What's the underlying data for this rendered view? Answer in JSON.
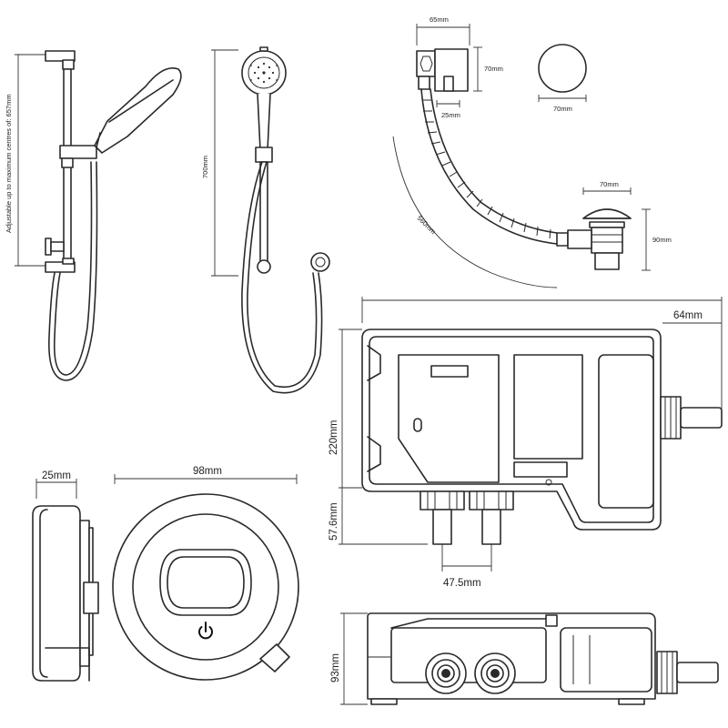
{
  "dimensions": {
    "riser_adjust": "Adjustable up to maximum centres of: 657mm",
    "handset_height": "700mm",
    "waste_width": "65mm",
    "waste_height": "70mm",
    "waste_depth": "25mm",
    "cap_diameter": "70mm",
    "hose_length": "560mm",
    "plug_width": "70mm",
    "plug_height": "90mm",
    "pump_depth": "64mm",
    "pump_height": "220mm",
    "inlet_height": "57.6mm",
    "inlet_spacing": "47.5mm",
    "control_depth": "25mm",
    "control_diameter": "98mm",
    "pump_side_height": "93mm"
  },
  "colors": {
    "line": "#2a2a2a",
    "background": "#ffffff"
  },
  "icons": {
    "control_power": "power-icon"
  }
}
